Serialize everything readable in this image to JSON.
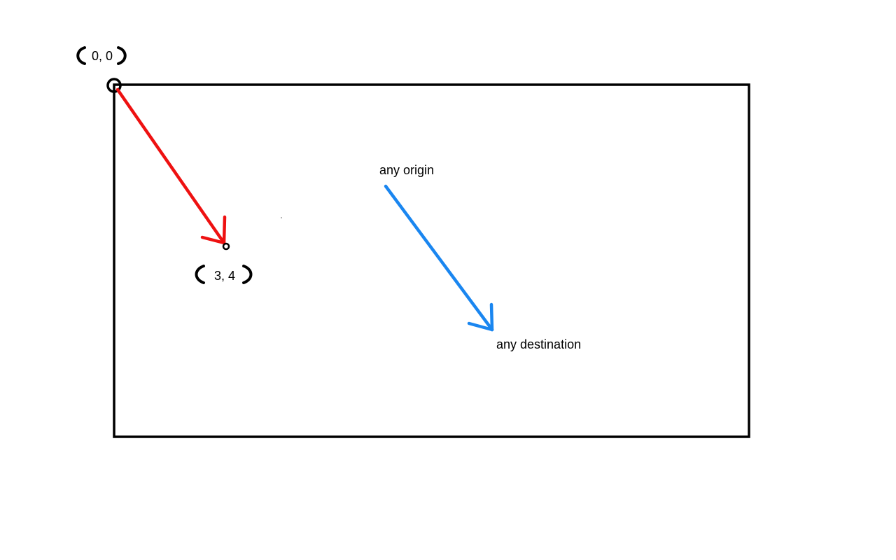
{
  "labels": {
    "origin_coord": "0, 0",
    "point_coord": "3, 4",
    "any_origin": "any origin",
    "any_destination": "any destination"
  },
  "colors": {
    "frame": "#000000",
    "red_arrow": "#ee1111",
    "blue_arrow": "#1a86f0"
  }
}
